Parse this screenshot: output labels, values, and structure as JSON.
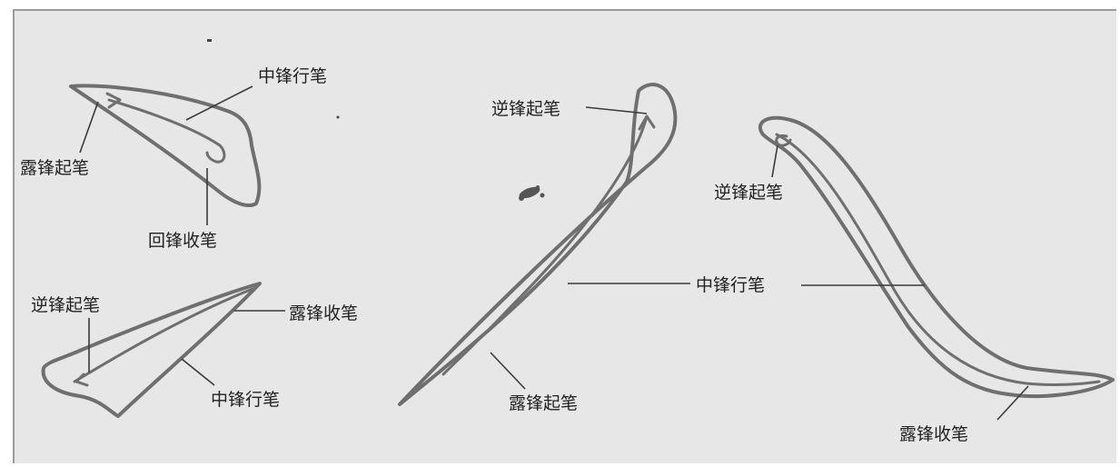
{
  "diagram": {
    "background": "#e7e7e7",
    "stroke_color": "#6f6f6f",
    "labels": {
      "top_left_center": "中锋行笔",
      "top_left_start": "露锋起笔",
      "top_left_end": "回锋收笔",
      "bottom_left_start": "逆锋起笔",
      "bottom_left_end": "露锋收笔",
      "bottom_left_center": "中锋行笔",
      "pie_start_reverse": "逆锋起笔",
      "pie_start_exposed": "露锋起笔",
      "shared_center": "中锋行笔",
      "na_start": "逆锋起笔",
      "na_end": "露锋收笔"
    }
  }
}
